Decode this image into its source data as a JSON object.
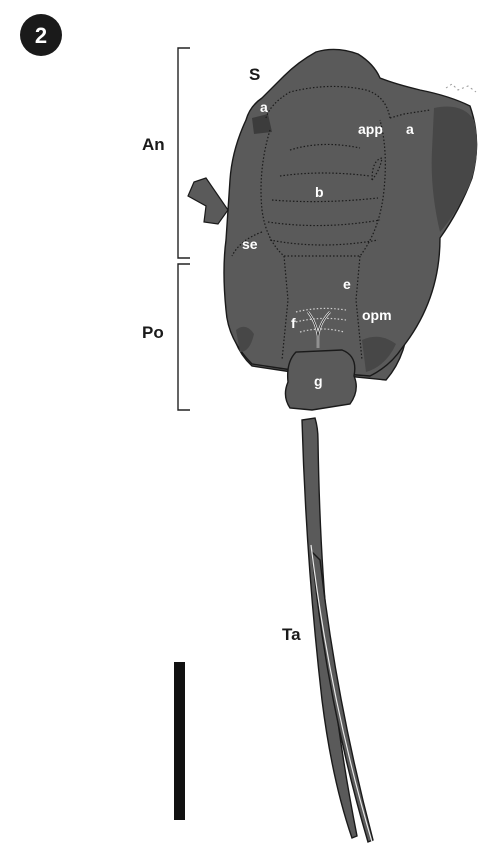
{
  "figure": {
    "panel_number": "2",
    "section_labels": {
      "anterior": "An",
      "posterior": "Po"
    },
    "part_labels": {
      "s": "S",
      "a_left": "a",
      "app": "app",
      "a_right": "a",
      "b": "b",
      "se": "se",
      "e": "e",
      "f": "f",
      "opm": "opm",
      "g": "g",
      "ta": "Ta"
    },
    "colors": {
      "body": "#5a5a5a",
      "dark_patch": "#474747",
      "outline": "#1a1a1a",
      "scale_bar": "#111111",
      "badge": "#1a1a1a"
    }
  }
}
